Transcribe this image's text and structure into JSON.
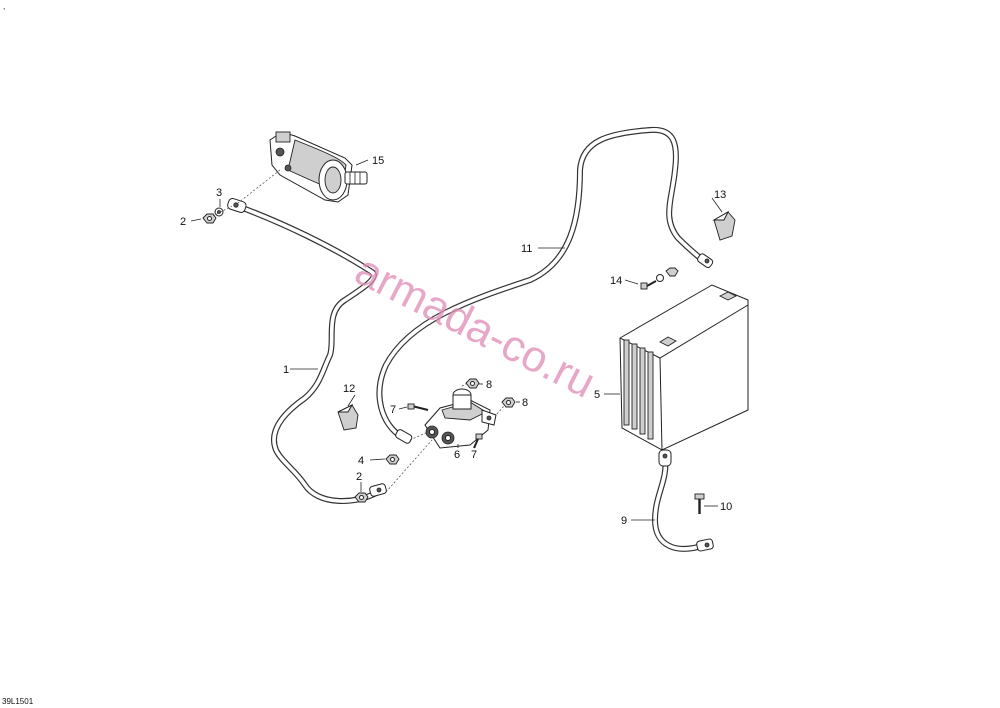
{
  "diagram": {
    "drawing_code": "39L1501",
    "watermark": "armada-co.ru",
    "parts": [
      {
        "label": "1"
      },
      {
        "label": "2"
      },
      {
        "label": "2"
      },
      {
        "label": "3"
      },
      {
        "label": "4"
      },
      {
        "label": "5"
      },
      {
        "label": "6"
      },
      {
        "label": "7"
      },
      {
        "label": "7"
      },
      {
        "label": "8"
      },
      {
        "label": "8"
      },
      {
        "label": "9"
      },
      {
        "label": "10"
      },
      {
        "label": "11"
      },
      {
        "label": "12"
      },
      {
        "label": "13"
      },
      {
        "label": "14"
      },
      {
        "label": "15"
      }
    ]
  }
}
